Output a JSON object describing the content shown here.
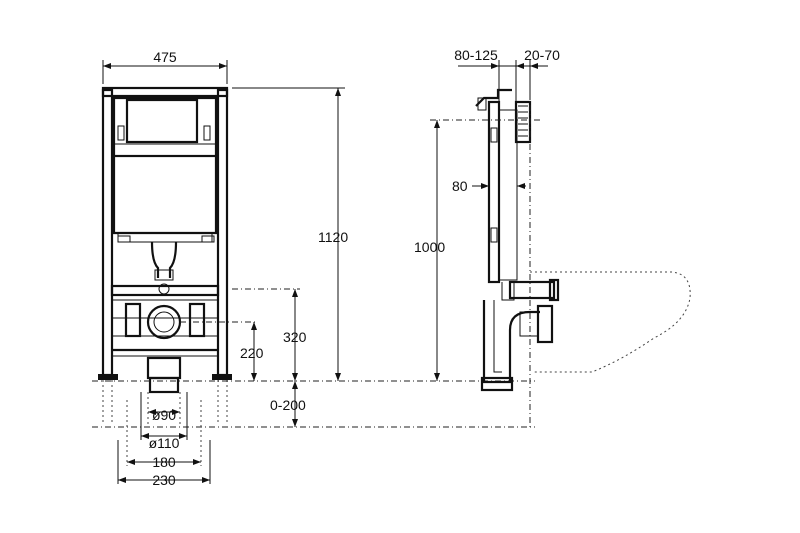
{
  "dimensions": {
    "frame_width": "475",
    "frame_height": "1120",
    "waste_center_height": "320",
    "inlet_height": "220",
    "floor_range": "0-200",
    "pipe_90": "ø90",
    "pipe_110": "ø110",
    "feet_spacing_180": "180",
    "feet_spacing_230": "230",
    "side_depth": "80-125",
    "side_wall": "20-70",
    "side_offset": "80",
    "side_height": "1000"
  }
}
